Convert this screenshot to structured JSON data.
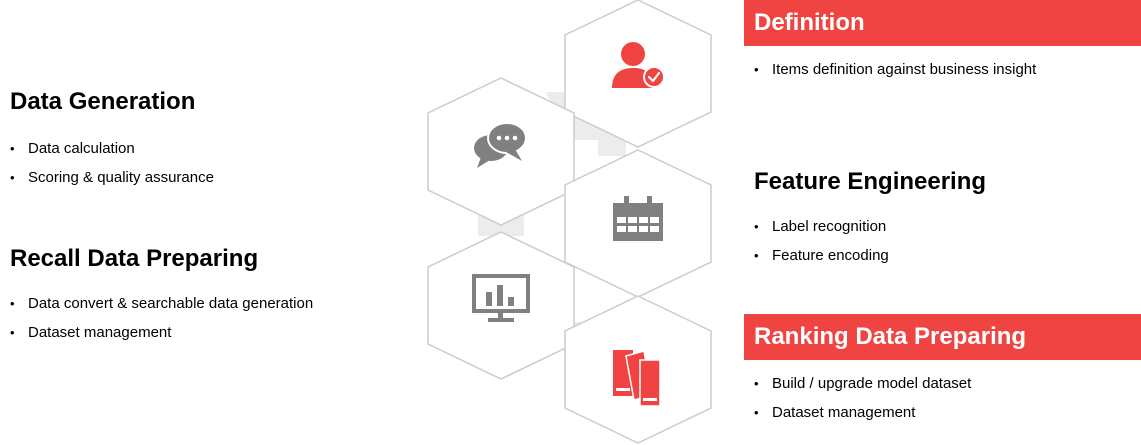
{
  "left": {
    "data_generation": {
      "title": "Data Generation",
      "bullets": [
        "Data calculation",
        "Scoring & quality assurance"
      ]
    },
    "recall_data_preparing": {
      "title": "Recall Data Preparing",
      "bullets": [
        "Data convert & searchable data generation",
        "Dataset management"
      ]
    }
  },
  "right": {
    "definition": {
      "title": "Definition",
      "bullets": [
        "Items definition against business insight"
      ]
    },
    "feature_engineering": {
      "title": "Feature Engineering",
      "bullets": [
        "Label recognition",
        "Feature encoding"
      ]
    },
    "ranking_data_preparing": {
      "title": "Ranking Data Preparing",
      "bullets": [
        "Build / upgrade model dataset",
        "Dataset management"
      ]
    }
  },
  "hexagons": [
    {
      "icon": "user-check-icon",
      "color": "#f04442"
    },
    {
      "icon": "chat-bubbles-icon",
      "color": "#808080"
    },
    {
      "icon": "calendar-icon",
      "color": "#808080"
    },
    {
      "icon": "monitor-chart-icon",
      "color": "#808080"
    },
    {
      "icon": "books-icon",
      "color": "#f04442"
    }
  ],
  "colors": {
    "accent": "#f04442",
    "icon_gray": "#808080",
    "hex_stroke": "#cccccc",
    "connector": "#ececec"
  }
}
